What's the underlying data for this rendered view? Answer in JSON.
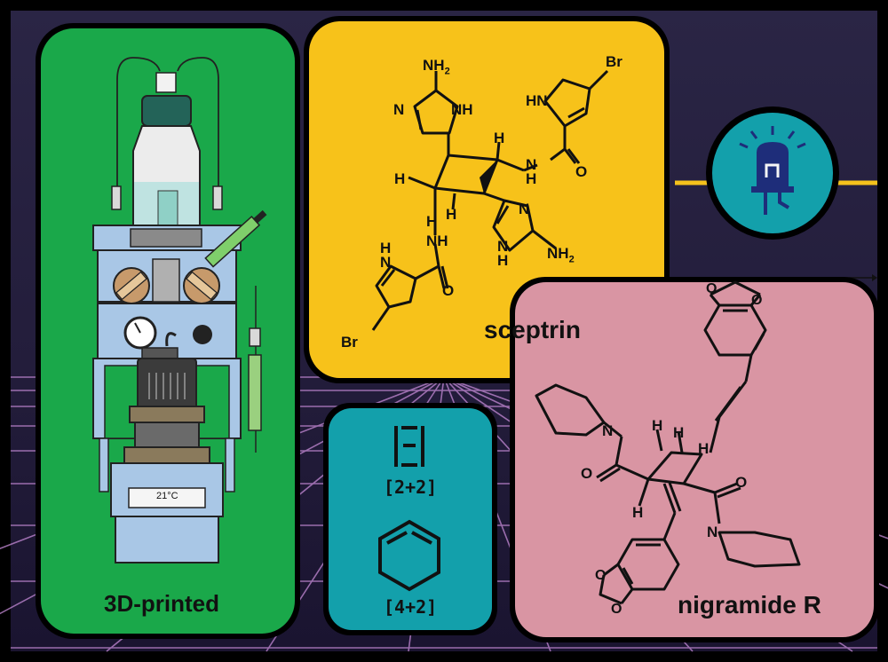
{
  "panels": {
    "device": {
      "label": "3D-printed",
      "readout": "21°C",
      "color": "#1aa84a"
    },
    "sceptrin": {
      "label": "sceptrin",
      "color": "#f7c21a"
    },
    "cycloadditions": {
      "label_2_2": "[2+2]",
      "label_4_2": "[4+2]",
      "color": "#13a0ab"
    },
    "nigramide": {
      "label": "nigramide R",
      "color": "#d995a3"
    },
    "light": {
      "icon": "led-icon",
      "color": "#13a0ab"
    }
  },
  "atoms": {
    "nh2": "NH",
    "sub2": "2",
    "n": "N",
    "nh": "NH",
    "hn": "HN",
    "h": "H",
    "o": "O",
    "br": "Br"
  },
  "colors": {
    "background": "#1e1a33",
    "grid": "#c58ad6",
    "accent_line": "#f5c21c"
  }
}
